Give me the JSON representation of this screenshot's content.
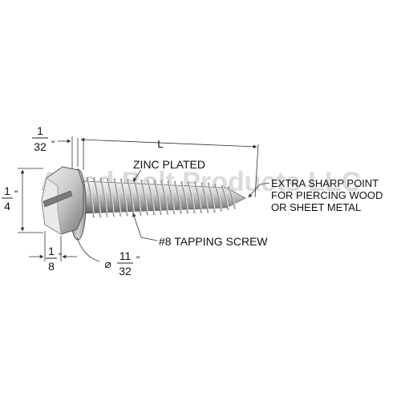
{
  "diagram": {
    "watermark": "Allied Bolt Products LLC",
    "labels": {
      "zinc": "ZINC PLATED",
      "tapping": "#8 TAPPING SCREW",
      "point_line1": "EXTRA SHARP POINT",
      "point_line2": "FOR PIERCING WOOD",
      "point_line3": "OR SHEET METAL"
    },
    "dims": {
      "length": "L",
      "washer_num": "1",
      "washer_den": "32",
      "washer_unit": "\"",
      "head_num": "1",
      "head_den": "4",
      "head_unit": "\"",
      "hex_num": "1",
      "hex_den": "8",
      "hex_unit": "\"",
      "diam_symbol": "⌀",
      "diam_num": "11",
      "diam_den": "32",
      "diam_unit": "\""
    },
    "colors": {
      "steel_light": "#e6e6e6",
      "steel_mid": "#b5b5b5",
      "steel_dark": "#6e6e6e",
      "dim_line": "#333333",
      "text": "#111111",
      "watermark": "#bfbfbf"
    }
  }
}
